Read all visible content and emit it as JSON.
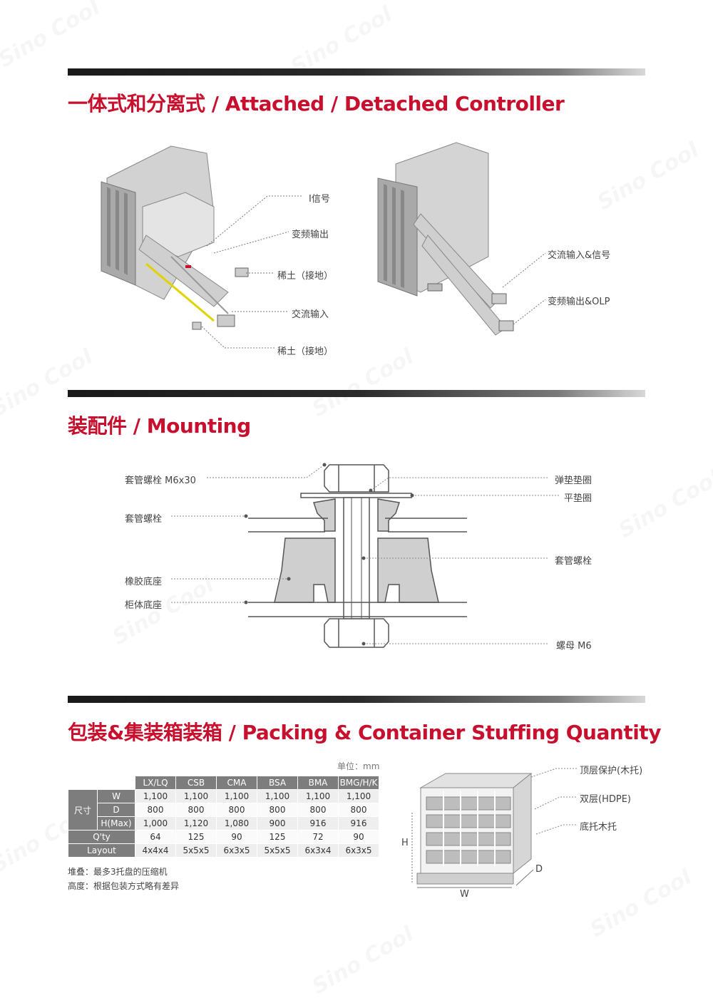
{
  "watermark": "Sino Cool",
  "sections": {
    "attached": {
      "title": "一体式和分离式 / Attached / Detached Controller"
    },
    "mounting": {
      "title": "装配件 / Mounting"
    },
    "packing": {
      "title": "包装&集装箱装箱 / Packing & Container Stuffing Quantity"
    }
  },
  "attached_labels": {
    "left": [
      "I信号",
      "变频输出",
      "稀土（接地）",
      "交流输入",
      "稀土（接地）"
    ],
    "right": [
      "交流输入&信号",
      "变频输出&OLP"
    ]
  },
  "mounting_labels": {
    "left": [
      "套管螺栓 M6x30",
      "套管螺栓",
      "橡胶底座",
      "柜体底座"
    ],
    "right": [
      "弹垫垫圈",
      "平垫圈",
      "套管螺栓",
      "螺母 M6"
    ]
  },
  "packing": {
    "unit": "单位：mm",
    "columns": [
      "LX/LQ",
      "CSB",
      "CMA",
      "BSA",
      "BMA",
      "BMG/H/K"
    ],
    "size_label": "尺寸",
    "rows": [
      {
        "label": "W",
        "values": [
          "1,100",
          "1,100",
          "1,100",
          "1,100",
          "1,100",
          "1,100"
        ]
      },
      {
        "label": "D",
        "values": [
          "800",
          "800",
          "800",
          "800",
          "800",
          "800"
        ]
      },
      {
        "label": "H(Max)",
        "values": [
          "1,000",
          "1,120",
          "1,080",
          "900",
          "916",
          "916"
        ]
      },
      {
        "label": "Q'ty",
        "values": [
          "64",
          "125",
          "90",
          "125",
          "72",
          "90"
        ]
      },
      {
        "label": "Layout",
        "values": [
          "4x4x4",
          "5x5x5",
          "6x3x5",
          "5x5x5",
          "6x3x4",
          "6x3x5"
        ]
      }
    ],
    "notes": [
      "堆叠：最多3托盘的压缩机",
      "高度：根据包装方式略有差异"
    ],
    "pallet_labels": [
      "顶层保护(木托)",
      "双层(HDPE)",
      "底托木托"
    ],
    "dims": {
      "h": "H",
      "w": "W",
      "d": "D"
    }
  },
  "colors": {
    "accent": "#c8102e",
    "table_header": "#7d7d7d"
  }
}
